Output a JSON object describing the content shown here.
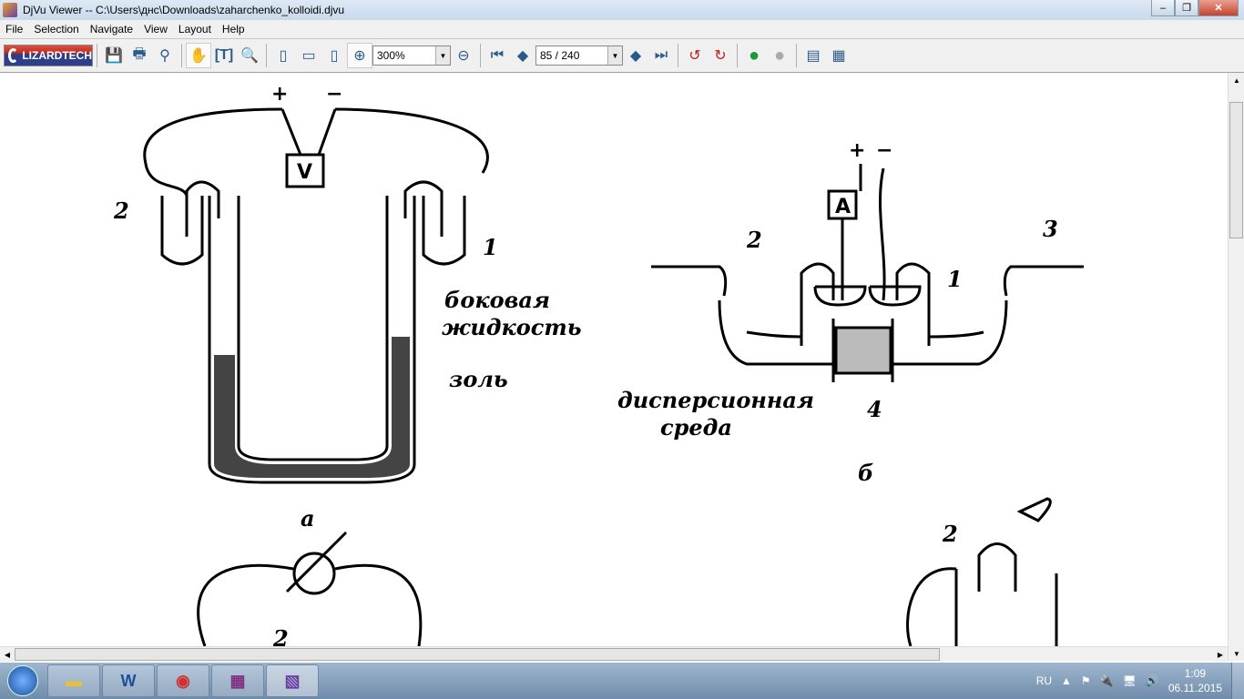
{
  "window": {
    "title": "DjVu Viewer -- C:\\Users\\днс\\Downloads\\zaharchenko_kolloidi.djvu",
    "minimize": "0",
    "maximize": "1",
    "close": "r"
  },
  "menu": [
    "File",
    "Selection",
    "Navigate",
    "View",
    "Layout",
    "Help"
  ],
  "toolbar": {
    "logo": "LIZARDTECH",
    "zoom": "300%",
    "page": "85 / 240"
  },
  "figure": {
    "a": {
      "plus": "+",
      "minus": "−",
      "meter": "V",
      "n2": "2",
      "n1": "1",
      "side_liquid_1": "боковая",
      "side_liquid_2": "жидкость",
      "sol": "золь",
      "caption": "а"
    },
    "b": {
      "plus": "+",
      "minus": "−",
      "meter": "A",
      "n1": "1",
      "n2": "2",
      "n3": "3",
      "n4": "4",
      "medium_1": "дисперсионная",
      "medium_2": "среда",
      "caption": "б"
    },
    "c": {
      "n2": "2"
    }
  },
  "taskbar": {
    "apps": [
      "file-explorer",
      "word",
      "chrome",
      "winrar",
      "djvu-viewer"
    ],
    "lang": "RU",
    "time": "1:09",
    "date": "06.11.2015"
  }
}
